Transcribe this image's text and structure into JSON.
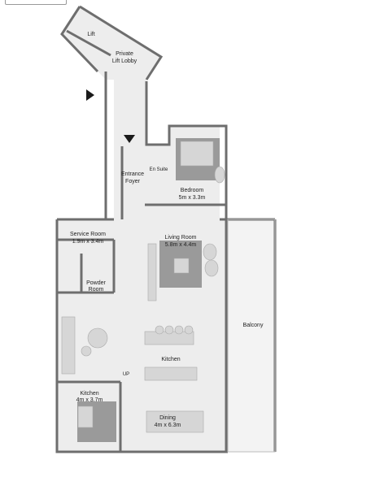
{
  "rooms": {
    "lift": "Lift",
    "lobby_l1": "Private",
    "lobby_l2": "Lift Lobby",
    "foyer_l1": "Entrance",
    "foyer_l2": "Foyer",
    "ensuite": "En Suite",
    "bedroom": "Bedroom",
    "bedroom_dim": "5m x 3.3m",
    "service": "Service Room",
    "service_dim": "1.9m x 3.4m",
    "powder_l1": "Powder",
    "powder_l2": "Room",
    "living": "Living Room",
    "living_dim": "5.8m x 4.4m",
    "balcony": "Balcony",
    "kitchen_center": "Kitchen",
    "up": "UP",
    "kitchen2": "Kitchen",
    "kitchen2_dim": "4m x 3.7m",
    "dining": "Dining",
    "dining_dim": "4m x 6.3m"
  },
  "colors": {
    "wall": "#6e6e6e",
    "floor": "#ededed",
    "rug": "#9a9a9a",
    "furniture": "#d6d6d6",
    "marker": "#1a1a1a"
  }
}
